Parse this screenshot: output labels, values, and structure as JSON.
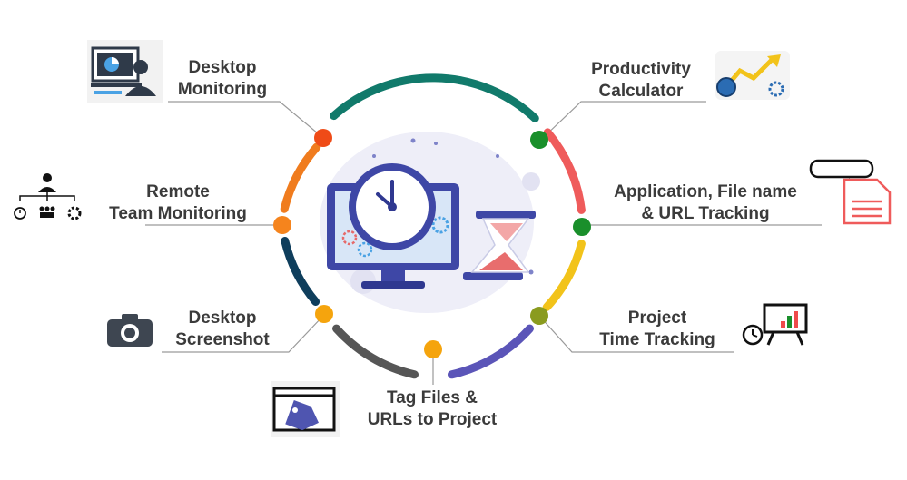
{
  "features": [
    {
      "id": "desktop-monitoring",
      "line1": "Desktop",
      "line2": "Monitoring",
      "icon": "monitor-user-icon"
    },
    {
      "id": "productivity-calculator",
      "line1": "Productivity",
      "line2": "Calculator",
      "icon": "growth-chart-gears-icon"
    },
    {
      "id": "remote-team-monitoring",
      "line1": "Remote",
      "line2": "Team Monitoring",
      "icon": "team-hierarchy-icon"
    },
    {
      "id": "app-url-tracking",
      "line1": "Application, File name",
      "line2": "& URL Tracking",
      "icon": "www-document-icon"
    },
    {
      "id": "desktop-screenshot",
      "line1": "Desktop",
      "line2": "Screenshot",
      "icon": "camera-icon"
    },
    {
      "id": "project-time-tracking",
      "line1": "Project",
      "line2": "Time Tracking",
      "icon": "presentation-board-icon"
    },
    {
      "id": "tag-files",
      "line1": "Tag Files &",
      "line2": "URLs to Project",
      "icon": "tag-window-icon"
    }
  ],
  "center_icon": "monitor-clock-hourglass-icon",
  "colors": {
    "text": "#3b3b3b",
    "ring_top": "#117a6b",
    "ring_top_right": "#ef5b5b",
    "ring_right": "#f2c31a",
    "ring_bottom_right": "#5b55b8",
    "ring_bottom": "#565656",
    "ring_left": "#0f3e5c",
    "ring_top_left": "#f07c1e",
    "dot_orange_red": "#ef4b17",
    "dot_green": "#1a8f2b",
    "dot_olive": "#8a9b1f",
    "dot_amber": "#f5a40d",
    "dot_orange": "#f5841d"
  }
}
